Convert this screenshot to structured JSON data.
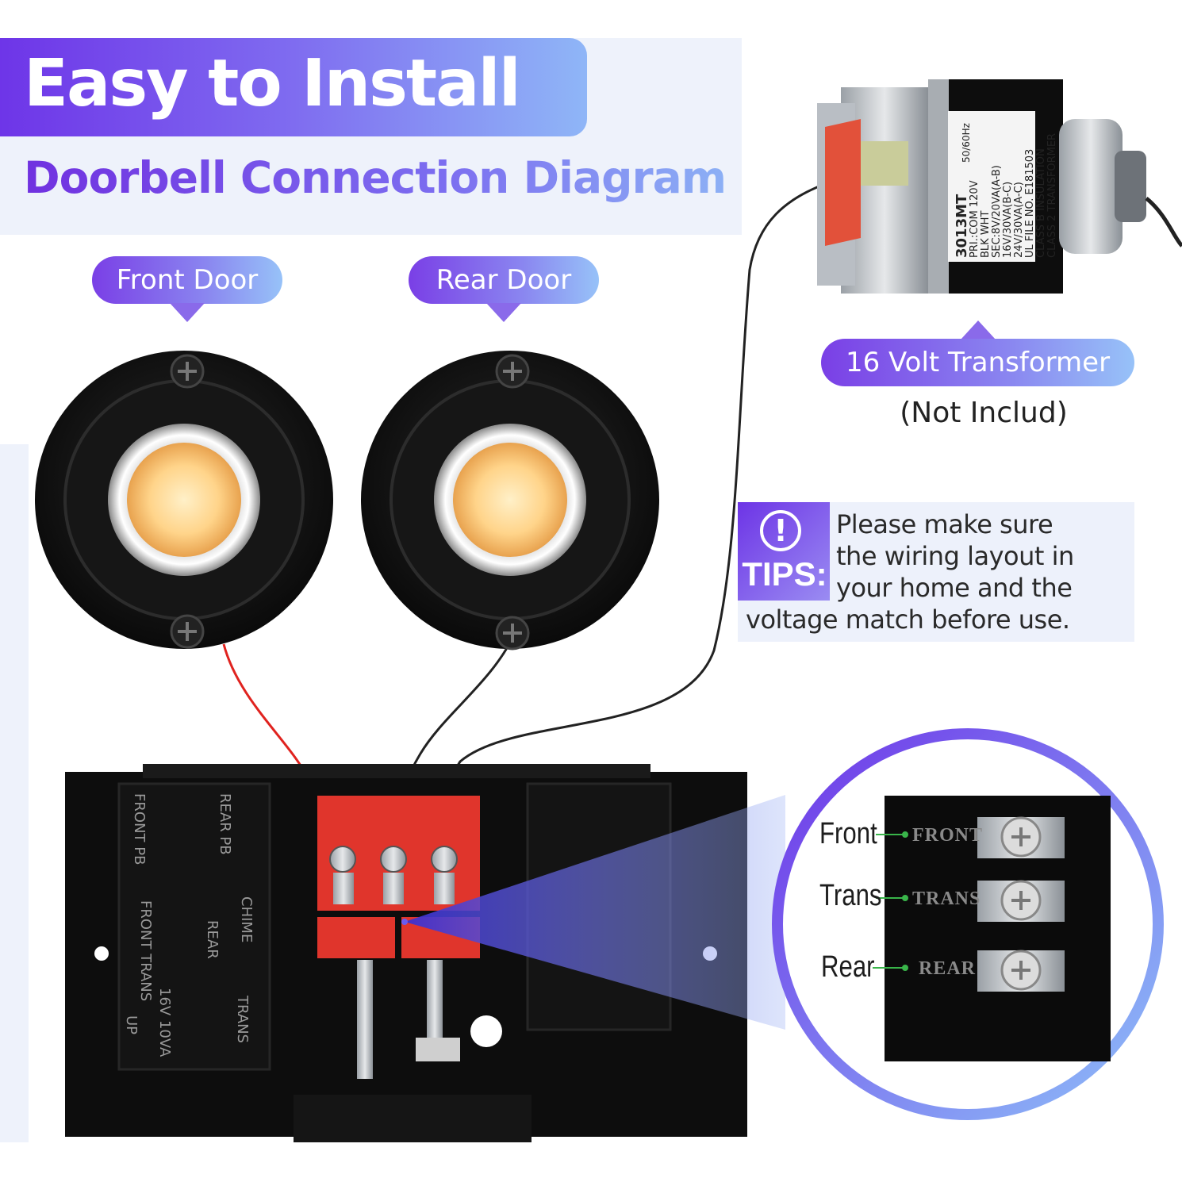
{
  "header": {
    "title": "Easy to Install",
    "subtitle": "Doorbell Connection Diagram"
  },
  "labels": {
    "front_door": "Front Door",
    "rear_door": "Rear Door",
    "transformer": "16 Volt Transformer",
    "transformer_note": "(Not Includ)"
  },
  "tips": {
    "label": "TIPS:",
    "icon": "exclamation-icon",
    "lines": [
      "Please make sure",
      "the wiring layout in",
      "your home and the",
      "voltage match before use."
    ]
  },
  "terminals": {
    "front": "Front",
    "trans": "Trans",
    "rear": "Rear"
  },
  "terminal_stamps": {
    "front": "FRONT",
    "trans": "TRANS",
    "rear": "REAR"
  },
  "transformer_label": {
    "model": "3013MT",
    "freq": "50/60Hz",
    "lines": [
      "PRI.:COM 120V",
      "BLK WHT",
      "SEC:8V/20VA(A-B)",
      "16V/30VA(B-C)",
      "24V/30VA(A-C)",
      "UL FILE NO. E181503",
      "CLASS B INSULATION",
      "CLASS 2 TRANSFORMER"
    ]
  },
  "chime_markings": {
    "front_pb": "FRONT PB",
    "rear_pb": "REAR PB",
    "front_trans": "FRONT TRANS",
    "rear": "REAR",
    "chime": "CHIME",
    "trans": "TRANS",
    "voltage": "16V 10VA",
    "up": "UP"
  },
  "colors": {
    "accent_purple": "#7036e4",
    "accent_blue": "#93bff7",
    "button_glow": "#ffd99a",
    "terminal_plate": "#e0352c",
    "wire_red": "#e0231f",
    "body_black": "#111111"
  }
}
